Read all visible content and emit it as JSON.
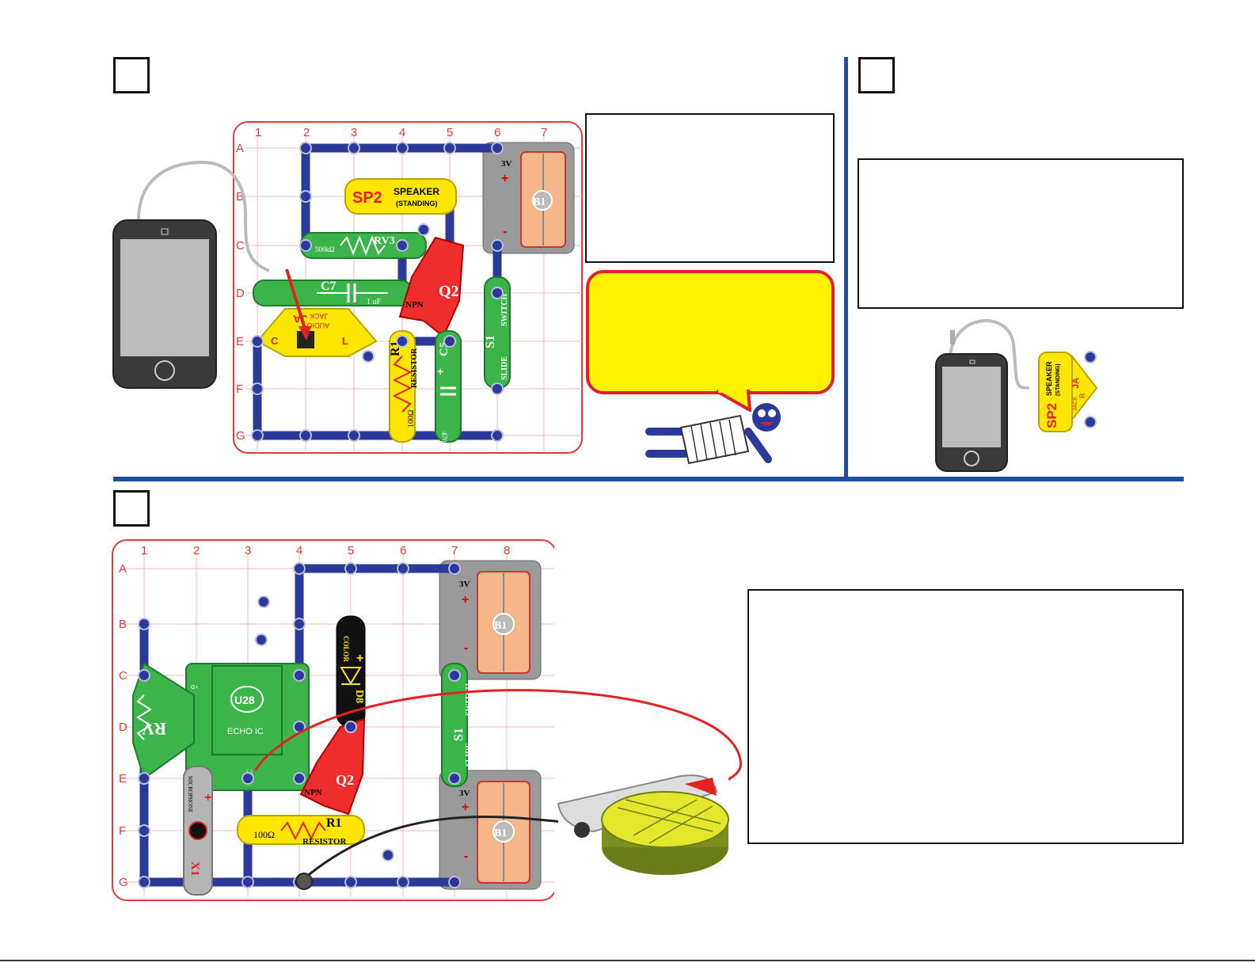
{
  "grid1": {
    "cols": [
      "1",
      "2",
      "3",
      "4",
      "5",
      "6",
      "7"
    ],
    "rows": [
      "A",
      "B",
      "C",
      "D",
      "E",
      "F",
      "G"
    ]
  },
  "grid2": {
    "cols": [
      "1",
      "2",
      "3",
      "4",
      "5",
      "6",
      "7",
      "8"
    ],
    "rows": [
      "A",
      "B",
      "C",
      "D",
      "E",
      "F",
      "G"
    ]
  },
  "parts1": {
    "speaker_code": "SP2",
    "speaker_name": "SPEAKER",
    "speaker_sub": "(STANDING)",
    "battery": "B1",
    "battery_v": "3V",
    "rv3": "RV3",
    "rv3_val": "500kΩ",
    "c7": "C7",
    "c7_val": "1 uF",
    "q2": "Q2",
    "npn": "NPN",
    "switch_code": "S1",
    "switch_name": "SWITCH",
    "slide": "SLIDE",
    "jack_code": "JA",
    "jack_name": "AUDIO",
    "jack_sub": "JACK",
    "jack_l": "L",
    "jack_c": "C",
    "r1": "R1",
    "resistor": "RESISTOR",
    "r1_val": "100Ω",
    "c5": "C5",
    "c5_val": "470 uF",
    "plus": "+",
    "minus": "-"
  },
  "parts2": {
    "speaker_code": "SP2",
    "speaker_name": "SPEAKER",
    "speaker_sub": "(STANDING)",
    "jack_code": "JA",
    "jack_sub": "JACK",
    "r": "R"
  },
  "parts3": {
    "u28": "U28",
    "echo": "ECHO IC",
    "rv": "RV",
    "color": "COLOR",
    "d8": "D8",
    "q2": "Q2",
    "npn": "NPN",
    "r1": "R1",
    "r1_val": "100Ω",
    "resistor": "RESISTOR",
    "x1": "X1",
    "microphone": "MICROPHONE",
    "switch_code": "S1",
    "switch_name": "SWITCH",
    "slide": "SLIDE",
    "battery": "B1",
    "battery_v": "3V",
    "gplus": "G+",
    "minus_sign": "(-)",
    "plus": "+",
    "minus": "-"
  }
}
